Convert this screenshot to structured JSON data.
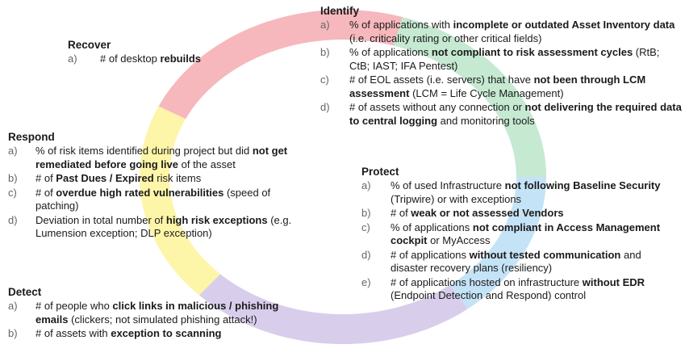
{
  "colors": {
    "identify": "#c5e3f6",
    "protect": "#d9cdec",
    "detect": "#fdf5a8",
    "respond": "#f6b8bc",
    "recover": "#c6e9d2"
  },
  "segments": [
    {
      "name": "identify",
      "start": -90,
      "end": 52
    },
    {
      "name": "protect",
      "start": 52,
      "end": 135
    },
    {
      "name": "detect",
      "start": 135,
      "end": 205
    },
    {
      "name": "respond",
      "start": 205,
      "end": 287
    },
    {
      "name": "recover",
      "start": 287,
      "end": 360
    }
  ],
  "recover": {
    "title": "Recover",
    "items": [
      {
        "letter": "a)",
        "parts": [
          {
            "t": "# of desktop "
          },
          {
            "t": "rebuilds",
            "b": true
          }
        ]
      }
    ]
  },
  "identify": {
    "title": "Identify",
    "items": [
      {
        "letter": "a)",
        "parts": [
          {
            "t": "% of applications with "
          },
          {
            "t": "incomplete or outdated Asset Inventory data",
            "b": true
          },
          {
            "t": " (i.e. criticality rating or other critical fields)"
          }
        ]
      },
      {
        "letter": "b)",
        "parts": [
          {
            "t": "% of applications "
          },
          {
            "t": "not compliant to risk assessment cycles",
            "b": true
          },
          {
            "t": " (RtB; CtB; IAST; IFA Pentest)"
          }
        ]
      },
      {
        "letter": "c)",
        "parts": [
          {
            "t": "# of EOL assets (i.e. servers) that have "
          },
          {
            "t": "not been through LCM assessment",
            "b": true
          },
          {
            "t": " (LCM = Life Cycle Management)"
          }
        ]
      },
      {
        "letter": "d)",
        "parts": [
          {
            "t": "# of assets without any connection or "
          },
          {
            "t": "not delivering the required data to central logging",
            "b": true
          },
          {
            "t": " and monitoring tools"
          }
        ]
      }
    ]
  },
  "respond": {
    "title": "Respond",
    "items": [
      {
        "letter": "a)",
        "parts": [
          {
            "t": "% of risk items identified during project but did "
          },
          {
            "t": "not get remediated before going live",
            "b": true
          },
          {
            "t": " of the asset"
          }
        ]
      },
      {
        "letter": "b)",
        "parts": [
          {
            "t": "# of "
          },
          {
            "t": "Past Dues / Expired",
            "b": true
          },
          {
            "t": " risk items"
          }
        ]
      },
      {
        "letter": "c)",
        "parts": [
          {
            "t": "# of "
          },
          {
            "t": "overdue high rated vulnerabilities",
            "b": true
          },
          {
            "t": " (speed of patching)"
          }
        ]
      },
      {
        "letter": "d)",
        "parts": [
          {
            "t": "Deviation in total number of "
          },
          {
            "t": "high risk exceptions",
            "b": true
          },
          {
            "t": " (e.g. Lumension exception; DLP exception)"
          }
        ]
      }
    ]
  },
  "protect": {
    "title": "Protect",
    "items": [
      {
        "letter": "a)",
        "parts": [
          {
            "t": "% of used Infrastructure "
          },
          {
            "t": "not following Baseline Security",
            "b": true
          },
          {
            "t": " (Tripwire) or with exceptions"
          }
        ]
      },
      {
        "letter": "b)",
        "parts": [
          {
            "t": "# of "
          },
          {
            "t": "weak or not assessed Vendors",
            "b": true
          }
        ]
      },
      {
        "letter": "c)",
        "parts": [
          {
            "t": "% of applications "
          },
          {
            "t": "not compliant in Access Management cockpit",
            "b": true
          },
          {
            "t": " or MyAccess"
          }
        ]
      },
      {
        "letter": "d)",
        "parts": [
          {
            "t": "# of applications "
          },
          {
            "t": "without tested communication",
            "b": true
          },
          {
            "t": " and disaster recovery plans (resiliency)"
          }
        ]
      },
      {
        "letter": "e)",
        "parts": [
          {
            "t": "# of applications hosted on infrastructure "
          },
          {
            "t": "without EDR",
            "b": true
          },
          {
            "t": " (Endpoint Detection and Respond) control"
          }
        ]
      }
    ]
  },
  "detect": {
    "title": "Detect",
    "items": [
      {
        "letter": "a)",
        "parts": [
          {
            "t": "# of people who "
          },
          {
            "t": "click links in malicious / phishing emails",
            "b": true
          },
          {
            "t": " (clickers; not simulated phishing attack!)"
          }
        ]
      },
      {
        "letter": "b)",
        "parts": [
          {
            "t": "# of assets with "
          },
          {
            "t": "exception to scanning",
            "b": true
          }
        ]
      }
    ]
  }
}
